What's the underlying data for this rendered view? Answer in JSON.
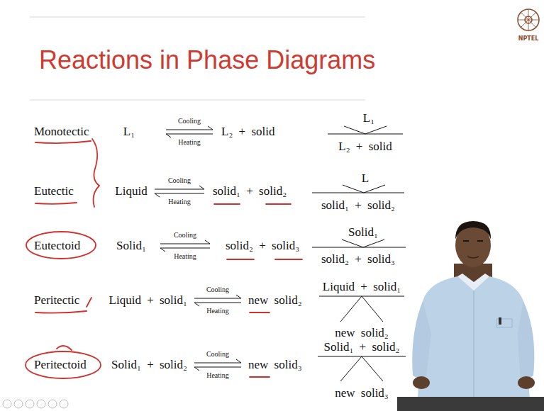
{
  "diagram": {
    "title": "Reactions in Phase Diagrams",
    "labels": [
      "NPTEL",
      "Monotectic",
      "L₁",
      "Cooling",
      "Heating",
      "L₂ + solid",
      "L₁",
      "L₂ + solid",
      "Eutectic",
      "Liquid",
      "Cooling",
      "Heating",
      "solid₁ + solid₂",
      "L",
      "solid₁ + solid₂",
      "Eutectoid",
      "Solid₁",
      "Cooling",
      "Heating",
      "solid₂ + solid₃",
      "Solid₁",
      "solid₂ + solid₃",
      "Peritectic",
      "Liquid + solid₁",
      "Cooling",
      "Heating",
      "new solid₂",
      "Liquid + solid₁",
      "new solid₂",
      "Peritectoid",
      "Solid₁ + solid₂",
      "Cooling",
      "Heating",
      "new solid₃",
      "Solid₁ + solid₂",
      "new solid₃"
    ]
  }
}
